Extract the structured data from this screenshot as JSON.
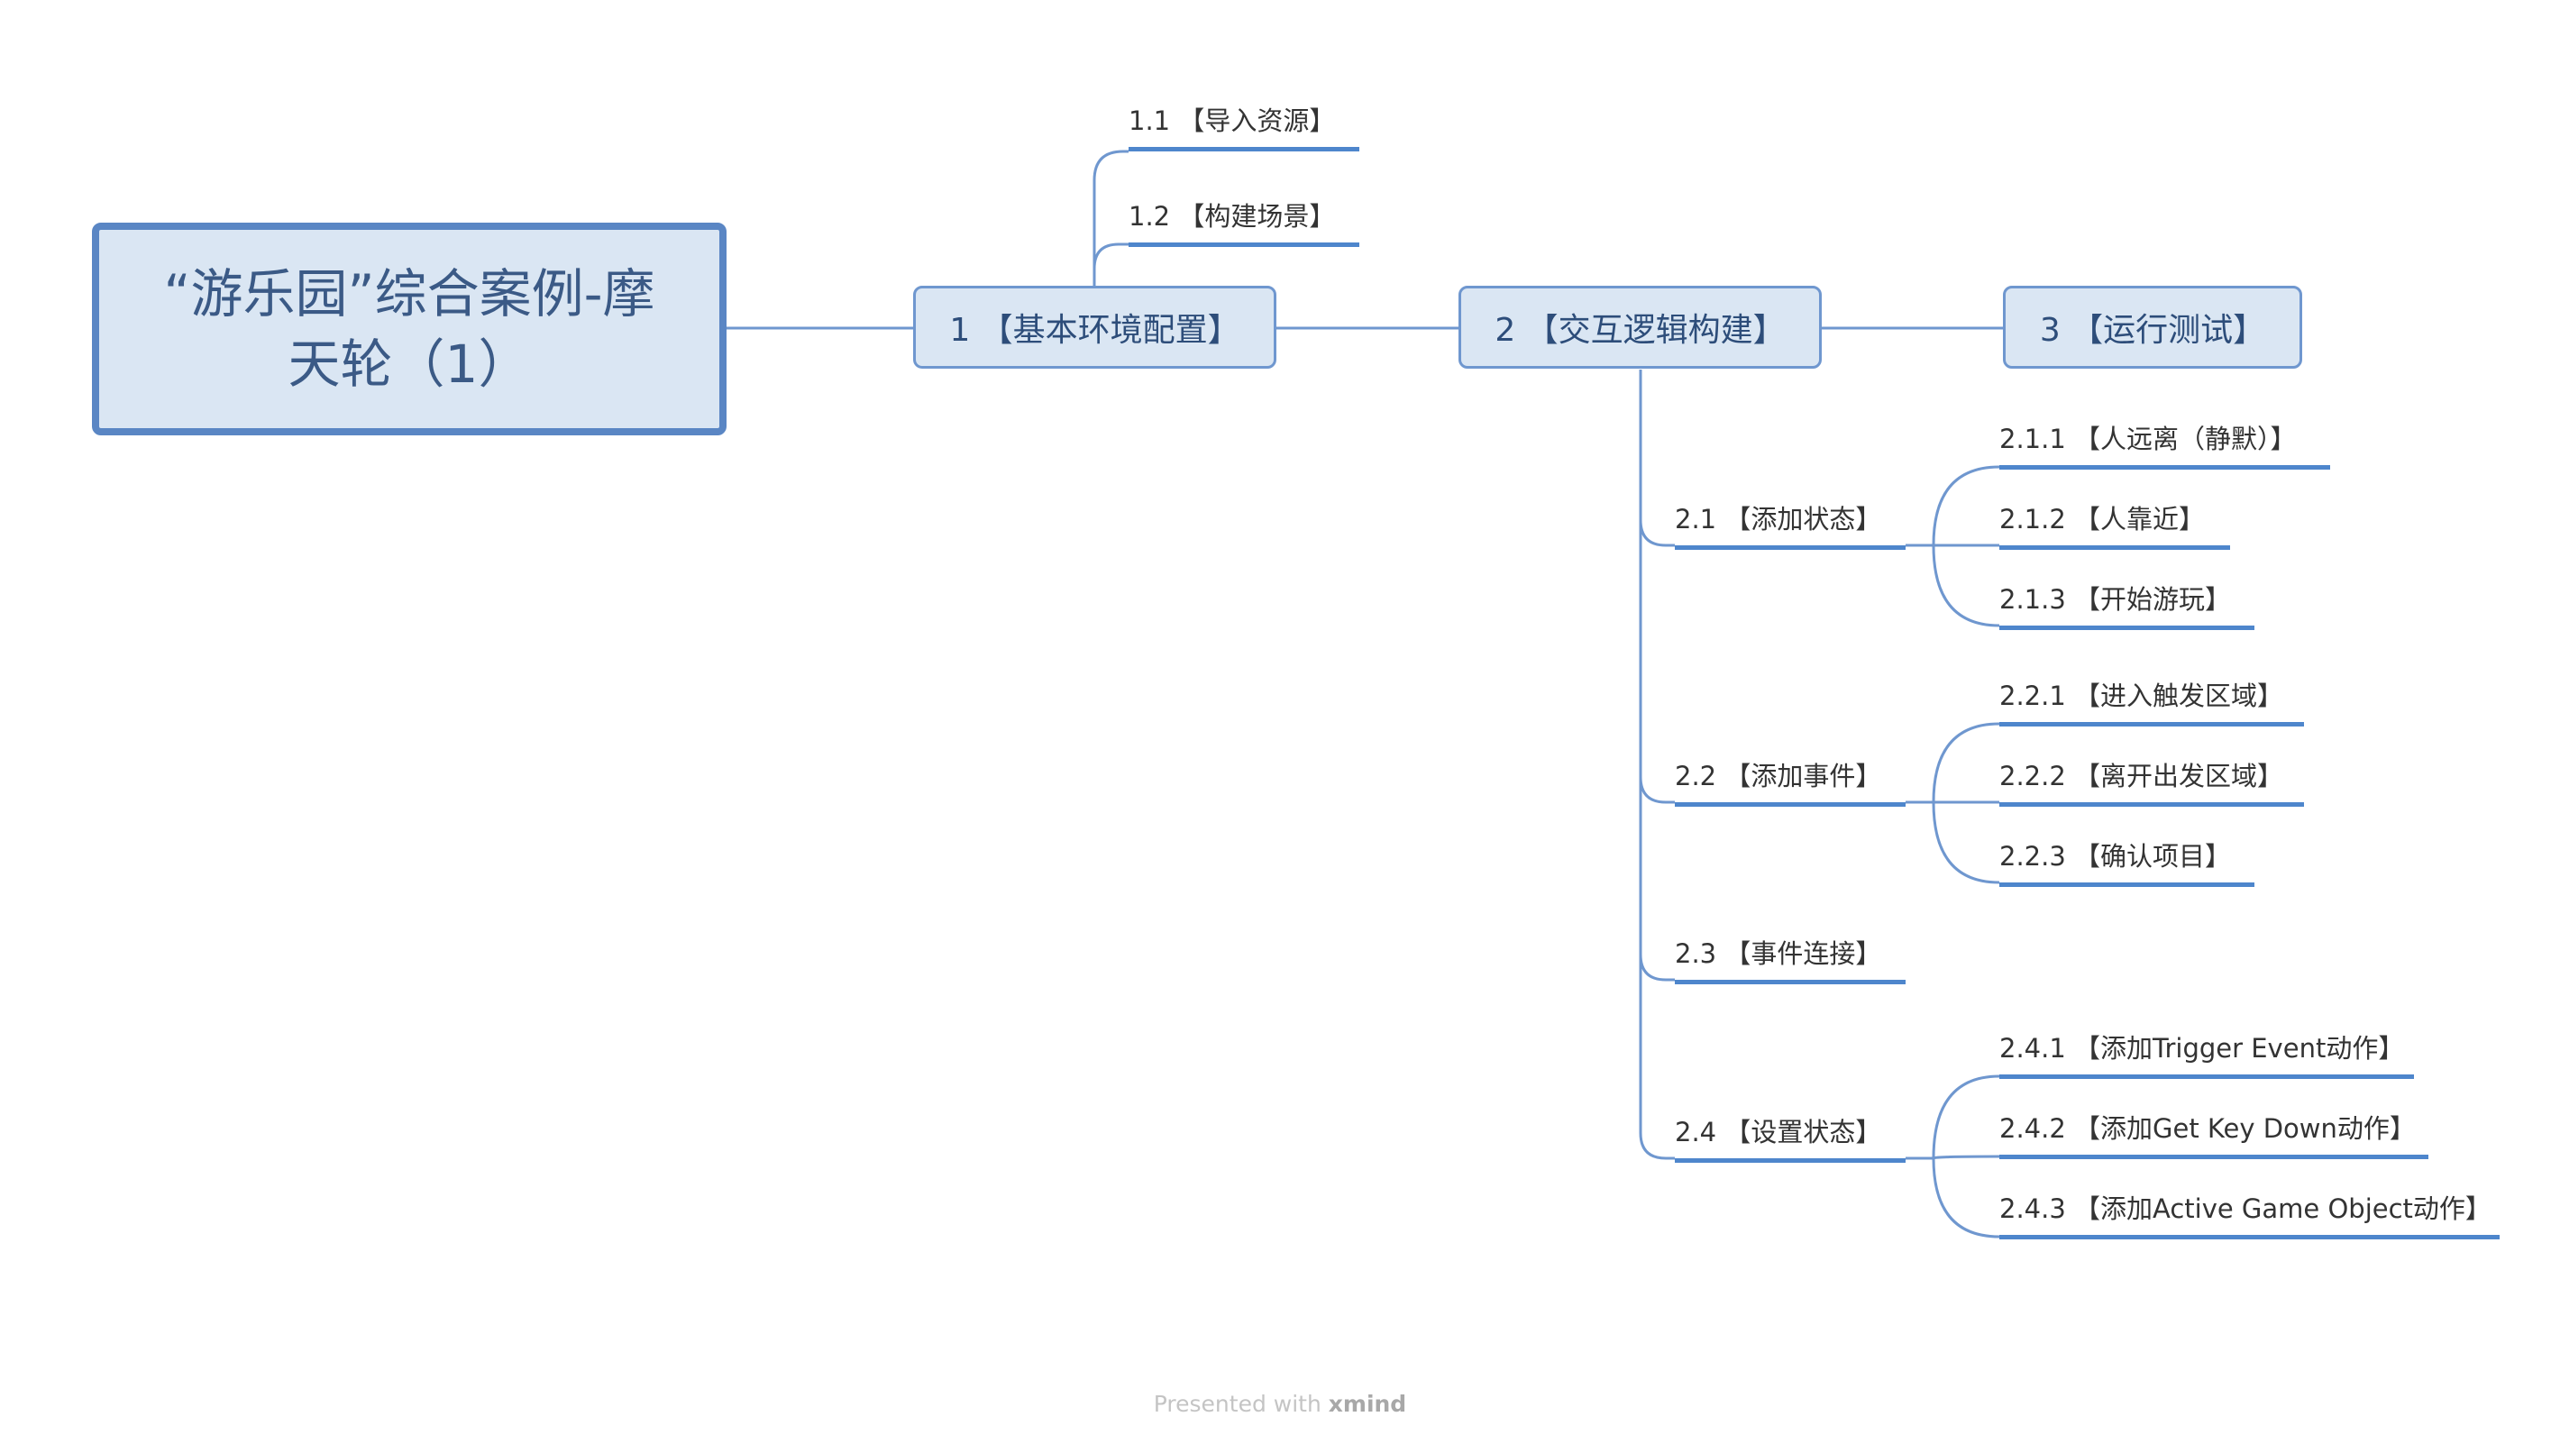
{
  "root": {
    "title": "“游乐园”综合案例-摩天轮（1）"
  },
  "branches": [
    {
      "id": "1",
      "label": "1 【基本环境配置】",
      "children": [
        {
          "id": "1.1",
          "label": "1.1 【导入资源】"
        },
        {
          "id": "1.2",
          "label": "1.2 【构建场景】"
        }
      ]
    },
    {
      "id": "2",
      "label": "2 【交互逻辑构建】",
      "children": [
        {
          "id": "2.1",
          "label": "2.1 【添加状态】",
          "children": [
            {
              "id": "2.1.1",
              "label": "2.1.1 【人远离（静默）】"
            },
            {
              "id": "2.1.2",
              "label": "2.1.2 【人靠近】"
            },
            {
              "id": "2.1.3",
              "label": "2.1.3 【开始游玩】"
            }
          ]
        },
        {
          "id": "2.2",
          "label": "2.2 【添加事件】",
          "children": [
            {
              "id": "2.2.1",
              "label": "2.2.1 【进入触发区域】"
            },
            {
              "id": "2.2.2",
              "label": "2.2.2 【离开出发区域】"
            },
            {
              "id": "2.2.3",
              "label": "2.2.3 【确认项目】"
            }
          ]
        },
        {
          "id": "2.3",
          "label": "2.3 【事件连接】"
        },
        {
          "id": "2.4",
          "label": "2.4 【设置状态】",
          "children": [
            {
              "id": "2.4.1",
              "label": "2.4.1 【添加Trigger Event动作】"
            },
            {
              "id": "2.4.2",
              "label": "2.4.2 【添加Get Key Down动作】"
            },
            {
              "id": "2.4.3",
              "label": "2.4.3 【添加Active Game Object动作】"
            }
          ]
        }
      ]
    },
    {
      "id": "3",
      "label": "3 【运行测试】"
    }
  ],
  "footer": {
    "prefix": "Presented with ",
    "brand": "xmind"
  },
  "colors": {
    "line": "#6f97cf",
    "root_fill": "#dae6f3",
    "root_border": "#5a86c4",
    "text": "#333333"
  }
}
